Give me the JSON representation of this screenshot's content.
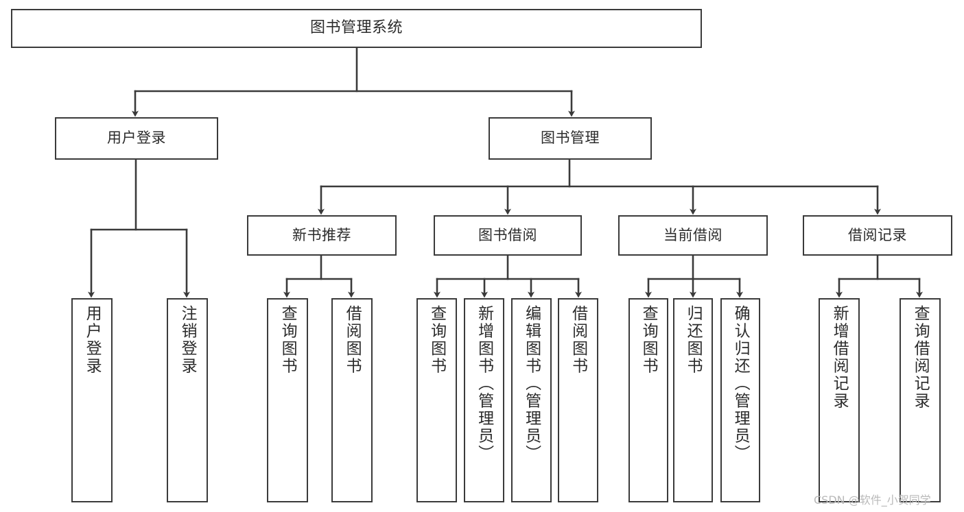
{
  "diagram": {
    "title": "图书管理系统",
    "type": "tree",
    "watermark": "CSDN @软件_小贺同学",
    "colors": {
      "box_border": "#3a3a3a",
      "box_fill": "#ffffff",
      "connector": "#3a3a3a",
      "text": "#2b2b2b",
      "watermark": "#b9b9b9",
      "background": "#ffffff"
    },
    "nodes": {
      "root": {
        "label": "图书管理系统"
      },
      "level1": [
        {
          "label": "用户登录"
        },
        {
          "label": "图书管理"
        }
      ],
      "level2": [
        {
          "label": "新书推荐"
        },
        {
          "label": "图书借阅"
        },
        {
          "label": "当前借阅"
        },
        {
          "label": "借阅记录"
        }
      ],
      "leaves": {
        "user_login": [
          {
            "label": "用户登录"
          },
          {
            "label": "注销登录"
          }
        ],
        "new_book_recommend": [
          {
            "label": "查询图书"
          },
          {
            "label": "借阅图书"
          }
        ],
        "book_borrow": [
          {
            "label": "查询图书"
          },
          {
            "label": "新增图书（管理员）"
          },
          {
            "label": "编辑图书（管理员）"
          },
          {
            "label": "借阅图书"
          }
        ],
        "current_borrow": [
          {
            "label": "查询图书"
          },
          {
            "label": "归还图书"
          },
          {
            "label": "确认归还（管理员）"
          }
        ],
        "borrow_record": [
          {
            "label": "新增借阅记录"
          },
          {
            "label": "查询借阅记录"
          }
        ]
      }
    }
  }
}
